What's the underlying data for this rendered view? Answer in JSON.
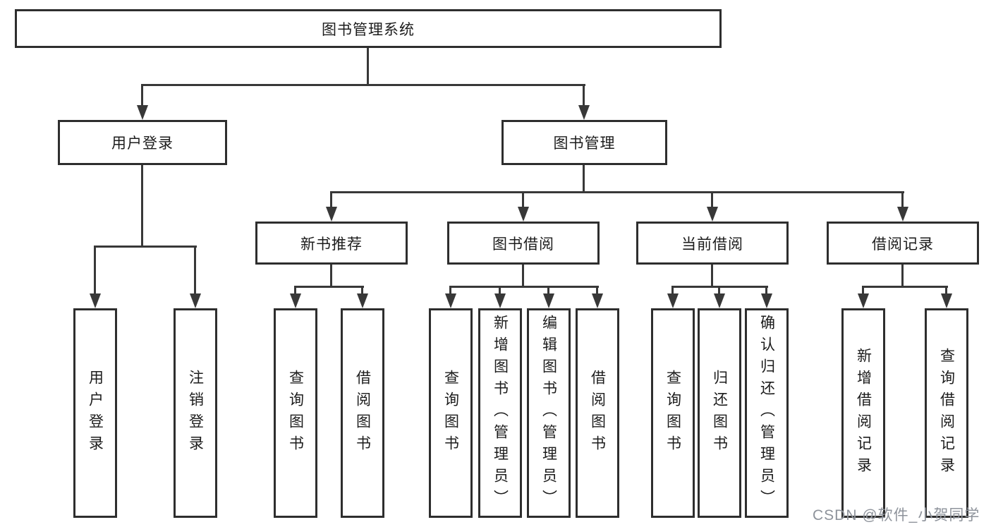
{
  "tree": {
    "label": "图书管理系统",
    "children": [
      {
        "label": "用户登录",
        "children": [
          {
            "label": "用户登录"
          },
          {
            "label": "注销登录"
          }
        ]
      },
      {
        "label": "图书管理",
        "children": [
          {
            "label": "新书推荐",
            "children": [
              {
                "label": "查询图书"
              },
              {
                "label": "借阅图书"
              }
            ]
          },
          {
            "label": "图书借阅",
            "children": [
              {
                "label": "查询图书"
              },
              {
                "label": "新增图书（管理员）"
              },
              {
                "label": "编辑图书（管理员）"
              },
              {
                "label": "借阅图书"
              }
            ]
          },
          {
            "label": "当前借阅",
            "children": [
              {
                "label": "查询图书"
              },
              {
                "label": "归还图书"
              },
              {
                "label": "确认归还（管理员）"
              }
            ]
          },
          {
            "label": "借阅记录",
            "children": [
              {
                "label": "新增借阅记录"
              },
              {
                "label": "查询借阅记录"
              }
            ]
          }
        ]
      }
    ]
  },
  "watermark": {
    "text": "CSDN @软件_小贺同学"
  },
  "colors": {
    "background": "#ffffff",
    "box_border": "#2e2e2e",
    "line": "#383838",
    "text": "#1c1c1c",
    "watermark": "#8e939b"
  }
}
